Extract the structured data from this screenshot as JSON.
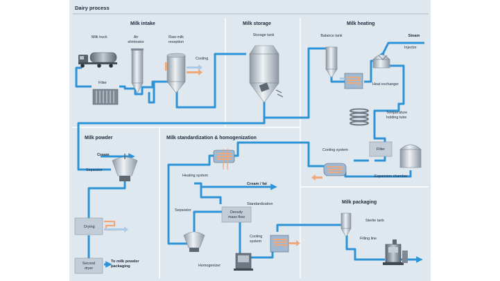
{
  "title": "Dairy process",
  "sections": {
    "milk_intake": "Milk intake",
    "milk_storage": "Milk storage",
    "milk_heating": "Milk heating",
    "milk_powder": "Milk powder",
    "standardization": "Milk standardization & homogenization",
    "packaging": "Milk packaging"
  },
  "labels": {
    "milk_truck": "Milk truck",
    "air_eliminator_1": "Air",
    "air_eliminator_2": "eliminator",
    "raw_milk_1": "Raw milk",
    "raw_milk_2": "reception",
    "cooling": "Cooling",
    "filter": "Filter",
    "storage_tank": "Storage tank",
    "balance_tank": "Balance tank",
    "steam": "Steam",
    "injector": "Injector",
    "heat_exchanger": "Heat exchanger",
    "temp_tube_1": "Temperature",
    "temp_tube_2": "holding tube",
    "cooling_system": "Cooling system",
    "filter_2": "Filter",
    "expansion_chamber": "Expansion chamber",
    "cream": "Cream",
    "separator": "Separator",
    "drying": "Drying",
    "second_dryer_1": "Second",
    "second_dryer_2": "dryer",
    "to_powder_1": "To milk powder",
    "to_powder_2": "packaging",
    "heating_system": "Heating system",
    "cream_fat": "Cream / fat",
    "standardization": "Standardization",
    "density_1": "Density",
    "density_2": "mass flow",
    "separator_2": "Separator",
    "cooling_system_2a": "Cooling",
    "cooling_system_2b": "system",
    "homogenizer": "Homogenizer",
    "sterile_tank": "Sterile tank",
    "filling_line": "Filling line"
  },
  "colors": {
    "pipe": "#2e93d6",
    "panel": "#dfe7ef",
    "heat": "#f0a77a",
    "cool": "#a9c9e6"
  }
}
